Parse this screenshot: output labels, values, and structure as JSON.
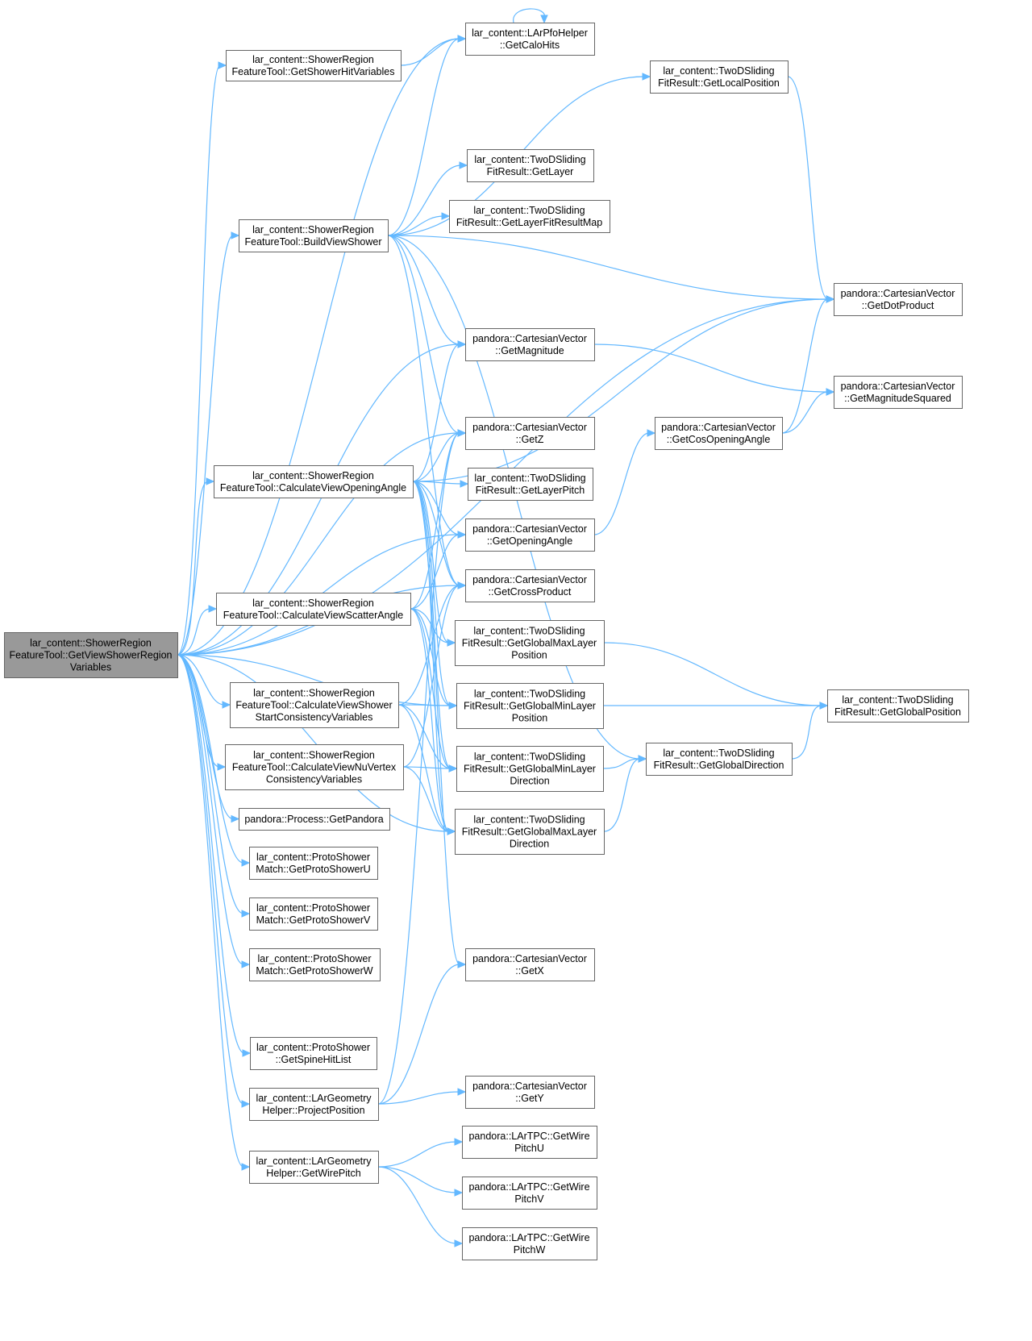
{
  "graph": {
    "edge_color": "#63b8ff",
    "node_border_color": "#666666",
    "root_fill_color": "#999999",
    "nodes": [
      {
        "id": "root",
        "lines": [
          "lar_content::ShowerRegion",
          "FeatureTool::GetViewShowerRegion",
          "Variables"
        ],
        "root": true
      },
      {
        "id": "getShowerHitVariables",
        "lines": [
          "lar_content::ShowerRegion",
          "FeatureTool::GetShowerHitVariables"
        ]
      },
      {
        "id": "buildViewShower",
        "lines": [
          "lar_content::ShowerRegion",
          "FeatureTool::BuildViewShower"
        ]
      },
      {
        "id": "calcViewOpeningAngle",
        "lines": [
          "lar_content::ShowerRegion",
          "FeatureTool::CalculateViewOpeningAngle"
        ]
      },
      {
        "id": "calcViewScatterAngle",
        "lines": [
          "lar_content::ShowerRegion",
          "FeatureTool::CalculateViewScatterAngle"
        ]
      },
      {
        "id": "calcViewShowerStart",
        "lines": [
          "lar_content::ShowerRegion",
          "FeatureTool::CalculateViewShower",
          "StartConsistencyVariables"
        ]
      },
      {
        "id": "calcViewNuVertex",
        "lines": [
          "lar_content::ShowerRegion",
          "FeatureTool::CalculateViewNuVertex",
          "ConsistencyVariables"
        ]
      },
      {
        "id": "getPandora",
        "lines": [
          "pandora::Process::GetPandora"
        ]
      },
      {
        "id": "getProtoShowerU",
        "lines": [
          "lar_content::ProtoShower",
          "Match::GetProtoShowerU"
        ]
      },
      {
        "id": "getProtoShowerV",
        "lines": [
          "lar_content::ProtoShower",
          "Match::GetProtoShowerV"
        ]
      },
      {
        "id": "getProtoShowerW",
        "lines": [
          "lar_content::ProtoShower",
          "Match::GetProtoShowerW"
        ]
      },
      {
        "id": "getSpineHitList",
        "lines": [
          "lar_content::ProtoShower",
          "::GetSpineHitList"
        ]
      },
      {
        "id": "projectPosition",
        "lines": [
          "lar_content::LArGeometry",
          "Helper::ProjectPosition"
        ]
      },
      {
        "id": "getWirePitch",
        "lines": [
          "lar_content::LArGeometry",
          "Helper::GetWirePitch"
        ]
      },
      {
        "id": "getCaloHits",
        "lines": [
          "lar_content::LArPfoHelper",
          "::GetCaloHits"
        ]
      },
      {
        "id": "getLayer",
        "lines": [
          "lar_content::TwoDSliding",
          "FitResult::GetLayer"
        ]
      },
      {
        "id": "getLayerFitResultMap",
        "lines": [
          "lar_content::TwoDSliding",
          "FitResult::GetLayerFitResultMap"
        ]
      },
      {
        "id": "getMagnitude",
        "lines": [
          "pandora::CartesianVector",
          "::GetMagnitude"
        ]
      },
      {
        "id": "getZ",
        "lines": [
          "pandora::CartesianVector",
          "::GetZ"
        ]
      },
      {
        "id": "getLayerPitch",
        "lines": [
          "lar_content::TwoDSliding",
          "FitResult::GetLayerPitch"
        ]
      },
      {
        "id": "getOpeningAngle",
        "lines": [
          "pandora::CartesianVector",
          "::GetOpeningAngle"
        ]
      },
      {
        "id": "getCrossProduct",
        "lines": [
          "pandora::CartesianVector",
          "::GetCrossProduct"
        ]
      },
      {
        "id": "getGlobalMaxLayerPosition",
        "lines": [
          "lar_content::TwoDSliding",
          "FitResult::GetGlobalMaxLayer",
          "Position"
        ]
      },
      {
        "id": "getGlobalMinLayerPosition",
        "lines": [
          "lar_content::TwoDSliding",
          "FitResult::GetGlobalMinLayer",
          "Position"
        ]
      },
      {
        "id": "getGlobalMinLayerDirection",
        "lines": [
          "lar_content::TwoDSliding",
          "FitResult::GetGlobalMinLayer",
          "Direction"
        ]
      },
      {
        "id": "getGlobalMaxLayerDirection",
        "lines": [
          "lar_content::TwoDSliding",
          "FitResult::GetGlobalMaxLayer",
          "Direction"
        ]
      },
      {
        "id": "getX",
        "lines": [
          "pandora::CartesianVector",
          "::GetX"
        ]
      },
      {
        "id": "getY",
        "lines": [
          "pandora::CartesianVector",
          "::GetY"
        ]
      },
      {
        "id": "getWirePitchU",
        "lines": [
          "pandora::LArTPC::GetWire",
          "PitchU"
        ]
      },
      {
        "id": "getWirePitchV",
        "lines": [
          "pandora::LArTPC::GetWire",
          "PitchV"
        ]
      },
      {
        "id": "getWirePitchW",
        "lines": [
          "pandora::LArTPC::GetWire",
          "PitchW"
        ]
      },
      {
        "id": "getLocalPosition",
        "lines": [
          "lar_content::TwoDSliding",
          "FitResult::GetLocalPosition"
        ]
      },
      {
        "id": "getCosOpeningAngle",
        "lines": [
          "pandora::CartesianVector",
          "::GetCosOpeningAngle"
        ]
      },
      {
        "id": "getGlobalDirection",
        "lines": [
          "lar_content::TwoDSliding",
          "FitResult::GetGlobalDirection"
        ]
      },
      {
        "id": "getDotProduct",
        "lines": [
          "pandora::CartesianVector",
          "::GetDotProduct"
        ]
      },
      {
        "id": "getMagnitudeSquared",
        "lines": [
          "pandora::CartesianVector",
          "::GetMagnitudeSquared"
        ]
      },
      {
        "id": "getGlobalPosition",
        "lines": [
          "lar_content::TwoDSliding",
          "FitResult::GetGlobalPosition"
        ]
      }
    ],
    "edges": [
      [
        "root",
        "getShowerHitVariables"
      ],
      [
        "root",
        "buildViewShower"
      ],
      [
        "root",
        "calcViewOpeningAngle"
      ],
      [
        "root",
        "calcViewScatterAngle"
      ],
      [
        "root",
        "calcViewShowerStart"
      ],
      [
        "root",
        "calcViewNuVertex"
      ],
      [
        "root",
        "getPandora"
      ],
      [
        "root",
        "getProtoShowerU"
      ],
      [
        "root",
        "getProtoShowerV"
      ],
      [
        "root",
        "getProtoShowerW"
      ],
      [
        "root",
        "getSpineHitList"
      ],
      [
        "root",
        "projectPosition"
      ],
      [
        "root",
        "getWirePitch"
      ],
      [
        "root",
        "getCaloHits"
      ],
      [
        "root",
        "getDotProduct"
      ],
      [
        "root",
        "getMagnitude"
      ],
      [
        "root",
        "getZ"
      ],
      [
        "root",
        "getOpeningAngle"
      ],
      [
        "root",
        "getCrossProduct"
      ],
      [
        "root",
        "getGlobalMinLayerPosition"
      ],
      [
        "root",
        "getGlobalMaxLayerDirection"
      ],
      [
        "getShowerHitVariables",
        "getCaloHits"
      ],
      [
        "buildViewShower",
        "getCaloHits"
      ],
      [
        "buildViewShower",
        "getLocalPosition"
      ],
      [
        "buildViewShower",
        "getLayer"
      ],
      [
        "buildViewShower",
        "getLayerFitResultMap"
      ],
      [
        "buildViewShower",
        "getDotProduct"
      ],
      [
        "buildViewShower",
        "getMagnitude"
      ],
      [
        "buildViewShower",
        "getZ"
      ],
      [
        "buildViewShower",
        "getCrossProduct"
      ],
      [
        "buildViewShower",
        "getGlobalDirection"
      ],
      [
        "calcViewOpeningAngle",
        "getMagnitude"
      ],
      [
        "calcViewOpeningAngle",
        "getDotProduct"
      ],
      [
        "calcViewOpeningAngle",
        "getZ"
      ],
      [
        "calcViewOpeningAngle",
        "getLayerPitch"
      ],
      [
        "calcViewOpeningAngle",
        "getOpeningAngle"
      ],
      [
        "calcViewOpeningAngle",
        "getCrossProduct"
      ],
      [
        "calcViewOpeningAngle",
        "getGlobalMaxLayerPosition"
      ],
      [
        "calcViewOpeningAngle",
        "getGlobalMinLayerPosition"
      ],
      [
        "calcViewOpeningAngle",
        "getGlobalMinLayerDirection"
      ],
      [
        "calcViewOpeningAngle",
        "getGlobalMaxLayerDirection"
      ],
      [
        "calcViewOpeningAngle",
        "getX"
      ],
      [
        "calcViewScatterAngle",
        "getZ"
      ],
      [
        "calcViewScatterAngle",
        "getOpeningAngle"
      ],
      [
        "calcViewScatterAngle",
        "getGlobalMaxLayerPosition"
      ],
      [
        "calcViewScatterAngle",
        "getGlobalMinLayerPosition"
      ],
      [
        "calcViewScatterAngle",
        "getGlobalMinLayerDirection"
      ],
      [
        "calcViewScatterAngle",
        "getGlobalMaxLayerDirection"
      ],
      [
        "calcViewShowerStart",
        "getCrossProduct"
      ],
      [
        "calcViewShowerStart",
        "getGlobalMinLayerPosition"
      ],
      [
        "calcViewShowerStart",
        "getGlobalMinLayerDirection"
      ],
      [
        "calcViewShowerStart",
        "getGlobalMaxLayerDirection"
      ],
      [
        "calcViewNuVertex",
        "getCrossProduct"
      ],
      [
        "calcViewNuVertex",
        "getGlobalMinLayerDirection"
      ],
      [
        "calcViewNuVertex",
        "getGlobalMaxLayerDirection"
      ],
      [
        "projectPosition",
        "getX"
      ],
      [
        "projectPosition",
        "getY"
      ],
      [
        "projectPosition",
        "getZ"
      ],
      [
        "getWirePitch",
        "getWirePitchU"
      ],
      [
        "getWirePitch",
        "getWirePitchV"
      ],
      [
        "getWirePitch",
        "getWirePitchW"
      ],
      [
        "getCaloHits",
        "getCaloHits"
      ],
      [
        "getLocalPosition",
        "getDotProduct"
      ],
      [
        "getMagnitude",
        "getMagnitudeSquared"
      ],
      [
        "getOpeningAngle",
        "getCosOpeningAngle"
      ],
      [
        "getCosOpeningAngle",
        "getDotProduct"
      ],
      [
        "getCosOpeningAngle",
        "getMagnitudeSquared"
      ],
      [
        "getGlobalMaxLayerPosition",
        "getGlobalPosition"
      ],
      [
        "getGlobalMinLayerPosition",
        "getGlobalPosition"
      ],
      [
        "getGlobalMinLayerDirection",
        "getGlobalDirection"
      ],
      [
        "getGlobalMaxLayerDirection",
        "getGlobalDirection"
      ],
      [
        "getGlobalDirection",
        "getGlobalPosition"
      ]
    ]
  }
}
